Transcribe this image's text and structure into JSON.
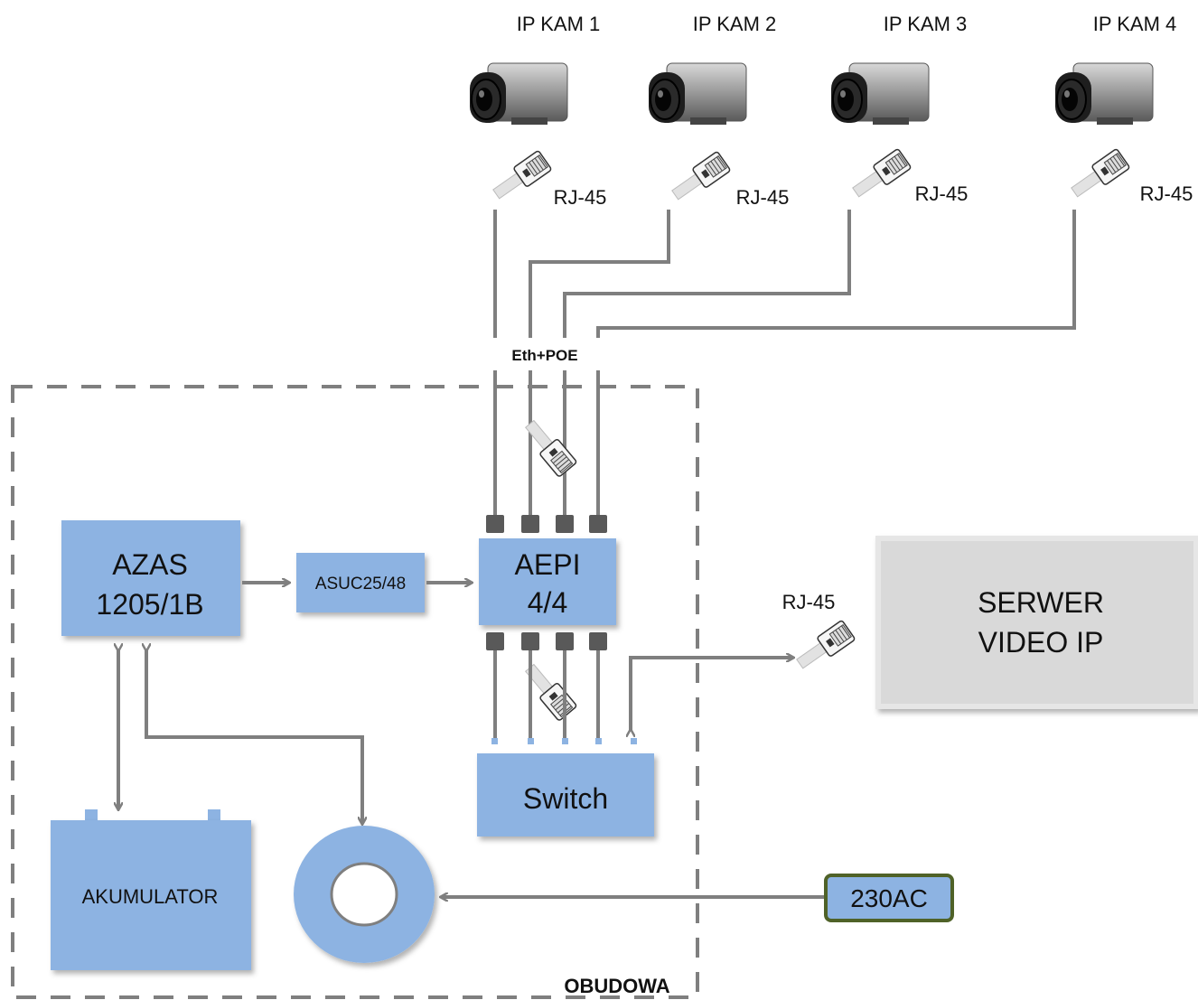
{
  "cameras": [
    {
      "label": "IP KAM 1",
      "connector": "RJ-45"
    },
    {
      "label": "IP KAM 2",
      "connector": "RJ-45"
    },
    {
      "label": "IP KAM 3",
      "connector": "RJ-45"
    },
    {
      "label": "IP KAM 4",
      "connector": "RJ-45"
    }
  ],
  "eth_poe_label": "Eth+POE",
  "enclosure_label": "OBUDOWA",
  "azas": {
    "line1": "AZAS",
    "line2": "1205/1B"
  },
  "asuc": {
    "label": "ASUC25/48"
  },
  "aepi": {
    "line1": "AEPI",
    "line2": "4/4"
  },
  "switch": {
    "label": "Switch"
  },
  "server": {
    "line1": "SERWER",
    "line2": "VIDEO IP",
    "connector": "RJ-45"
  },
  "battery": {
    "label": "AKUMULATOR"
  },
  "mains": {
    "label": "230AC"
  },
  "colors": {
    "box_fill": "#8db3e2",
    "line": "#7f7f7f",
    "server_fill": "#d9d9d9",
    "mains_border": "#4f6228"
  }
}
